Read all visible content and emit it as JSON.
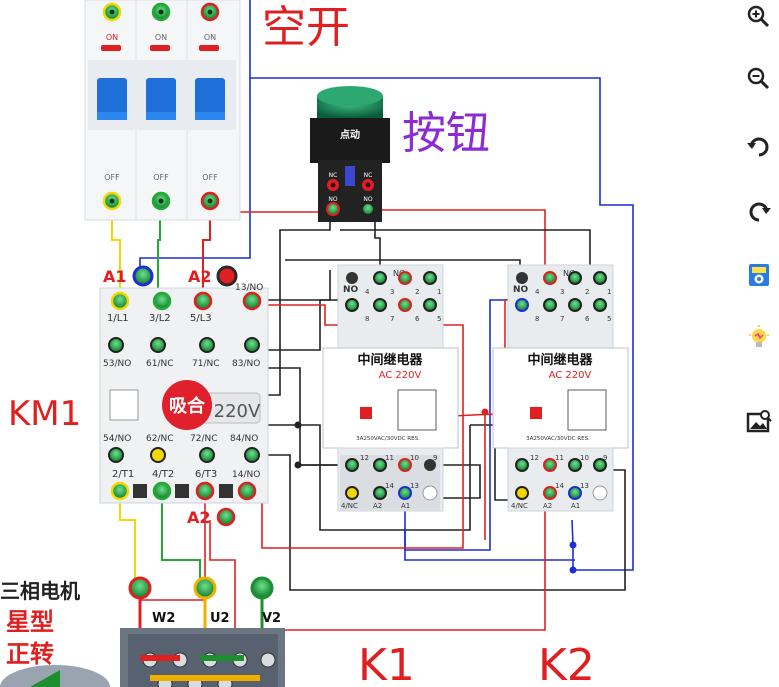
{
  "title_breaker": "空开",
  "title_button": "按钮",
  "button_cap": "点动",
  "label_km1": "KM1",
  "label_k1": "K1",
  "label_k2": "K2",
  "breaker": {
    "on": [
      "ON",
      "ON",
      "ON"
    ],
    "off": [
      "OFF",
      "OFF",
      "OFF"
    ]
  },
  "button_terms": {
    "nc_a": "NC",
    "nc_b": "NC",
    "no_a": "NO",
    "no_b": "NO"
  },
  "contactor": {
    "a1": "A1",
    "a2_top": "A2",
    "a2_bottom": "A2",
    "top_terms": [
      "1/L1",
      "3/L2",
      "5/L3",
      "13/NO"
    ],
    "row2": [
      "53/NO",
      "61/NC",
      "71/NC",
      "83/NO"
    ],
    "row3": [
      "54/NO",
      "62/NC",
      "72/NC",
      "84/NO"
    ],
    "bottom_terms": [
      "2/T1",
      "4/T2",
      "6/T3",
      "14/NO"
    ],
    "badge": "吸合",
    "voltage": "220V"
  },
  "relay": {
    "title": "中间继电器",
    "voltage": "AC 220V",
    "spec": "3A250VAC/30VDC RES.",
    "top_nums": [
      "4",
      "3",
      "2",
      "1"
    ],
    "mid_nums": [
      "8",
      "7",
      "6",
      "5"
    ],
    "nc": "NC",
    "no": "NO",
    "b1": [
      "12",
      "11",
      "10",
      "9"
    ],
    "b2_nc": "4/NC",
    "b2": [
      "14",
      "13"
    ],
    "a2": "A2",
    "a1": "A1"
  },
  "motor": {
    "title": "三相电机",
    "mode": "星型",
    "dir": "正转",
    "phases": [
      "W2",
      "U2",
      "V2"
    ]
  },
  "tools": [
    "zoom-in-icon",
    "zoom-out-icon",
    "undo-icon",
    "redo-icon",
    "meter-icon",
    "bulb-icon",
    "image-icon"
  ]
}
